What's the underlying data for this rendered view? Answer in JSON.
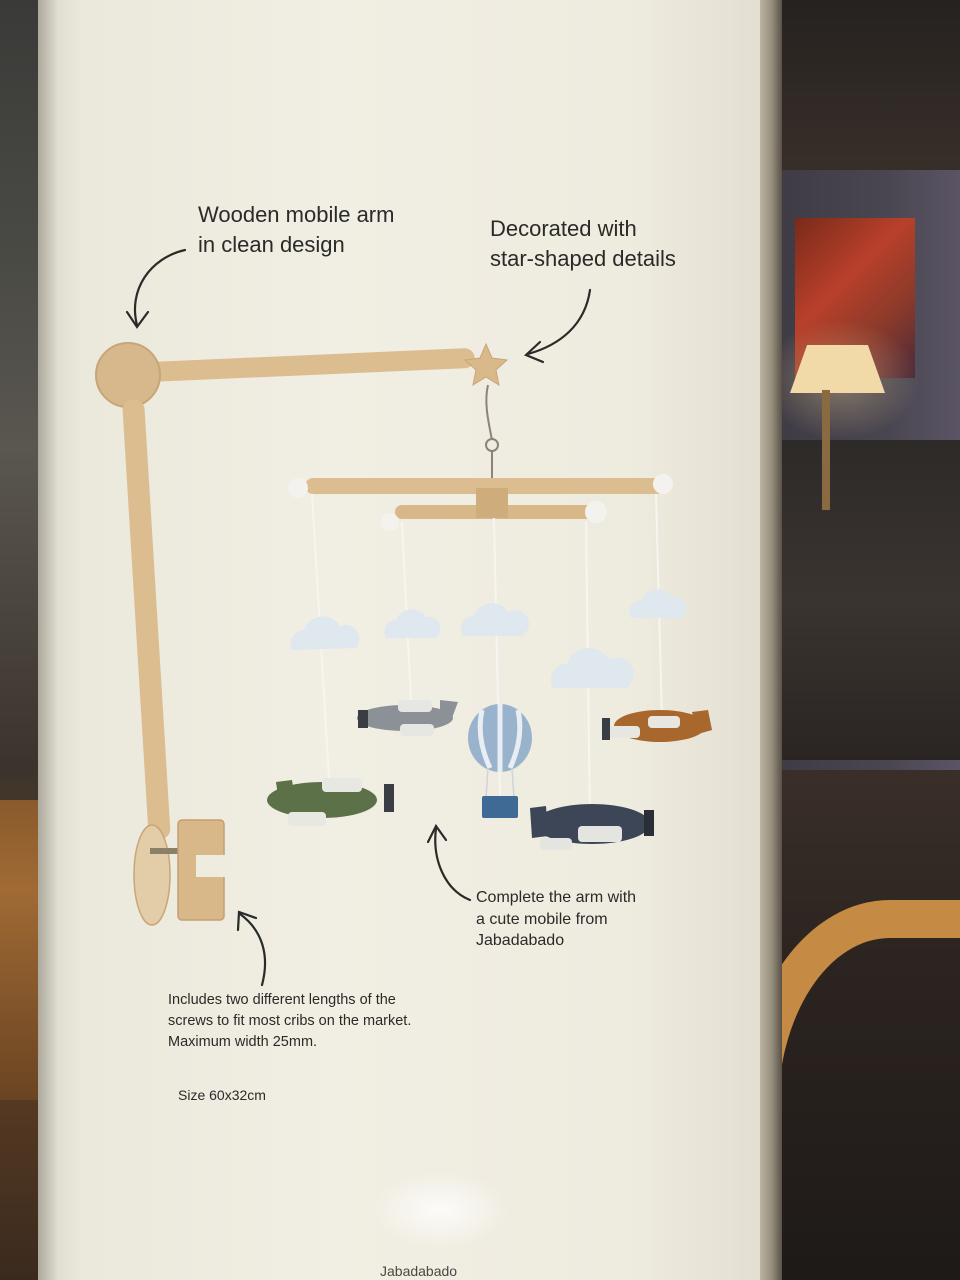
{
  "captions": {
    "arm": [
      "Wooden mobile arm",
      "in clean design"
    ],
    "star": [
      "Decorated with",
      "star-shaped details"
    ],
    "complete": [
      "Complete the arm with",
      "a cute mobile from",
      "Jabadabado"
    ],
    "screws": [
      "Includes two different lengths of the",
      "screws to fit most cribs on the market.",
      "Maximum width 25mm."
    ],
    "size": "Size 60x32cm",
    "bottom_partial": "Jabadabado"
  },
  "colors": {
    "box_panel": "#eeebdf",
    "wood": "#d9b88a",
    "cloud": "#dfe7ef",
    "plane_green": "#5c7148",
    "plane_grey": "#8c9198",
    "plane_orange": "#a8672c",
    "plane_navy": "#3c4656",
    "balloon_blue": "#9ab3cc",
    "crib_wood": "#c58a44"
  }
}
